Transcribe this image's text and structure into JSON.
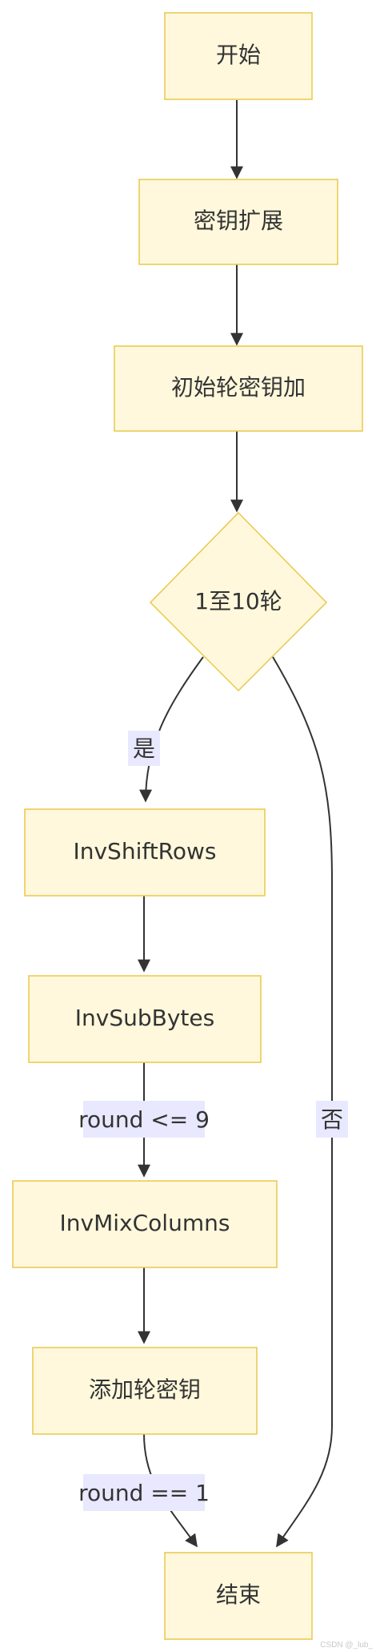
{
  "diagram": {
    "nodes": {
      "start": "开始",
      "key_expansion": "密钥扩展",
      "initial_round_key_add": "初始轮密钥加",
      "round_loop": "1至10轮",
      "inv_shift_rows": "InvShiftRows",
      "inv_sub_bytes": "InvSubBytes",
      "inv_mix_columns": "InvMixColumns",
      "add_round_key": "添加轮密钥",
      "end": "结束"
    },
    "edge_labels": {
      "yes": "是",
      "no": "否",
      "round_le_9": "round <= 9",
      "round_eq_1": "round == 1"
    }
  },
  "watermark": "CSDN @_lub_"
}
